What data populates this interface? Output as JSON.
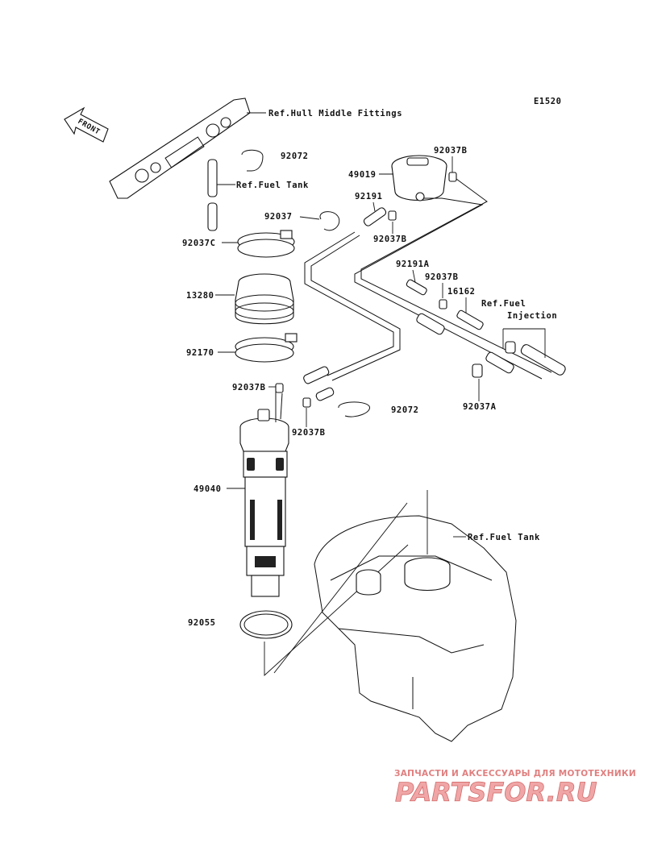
{
  "diagram": {
    "code": "E1520",
    "front_label": "FRONT",
    "callouts": {
      "ref_hull": "Ref.Hull Middle Fittings",
      "ref_fuel_tank_upper": "Ref.Fuel Tank",
      "ref_fuel_injection_1": "Ref.Fuel",
      "ref_fuel_injection_2": "Injection",
      "ref_fuel_tank_lower": "Ref.Fuel Tank"
    },
    "parts": {
      "p92072_top": "92072",
      "p49019": "49019",
      "p92037B_1": "92037B",
      "p92191": "92191",
      "p92037": "92037",
      "p92037B_2": "92037B",
      "p92037C": "92037C",
      "p92191A": "92191A",
      "p92037B_3": "92037B",
      "p16162": "16162",
      "p13280": "13280",
      "p92170": "92170",
      "p92037B_4": "92037B",
      "p92072_mid": "92072",
      "p92037A": "92037A",
      "p92037B_5": "92037B",
      "p49040": "49040",
      "p92055": "92055"
    }
  },
  "watermark": {
    "tagline": "ЗАПЧАСТИ И АКСЕССУАРЫ ДЛЯ МОТОТЕХНИКИ",
    "logo": "PARTSFOR.RU"
  }
}
